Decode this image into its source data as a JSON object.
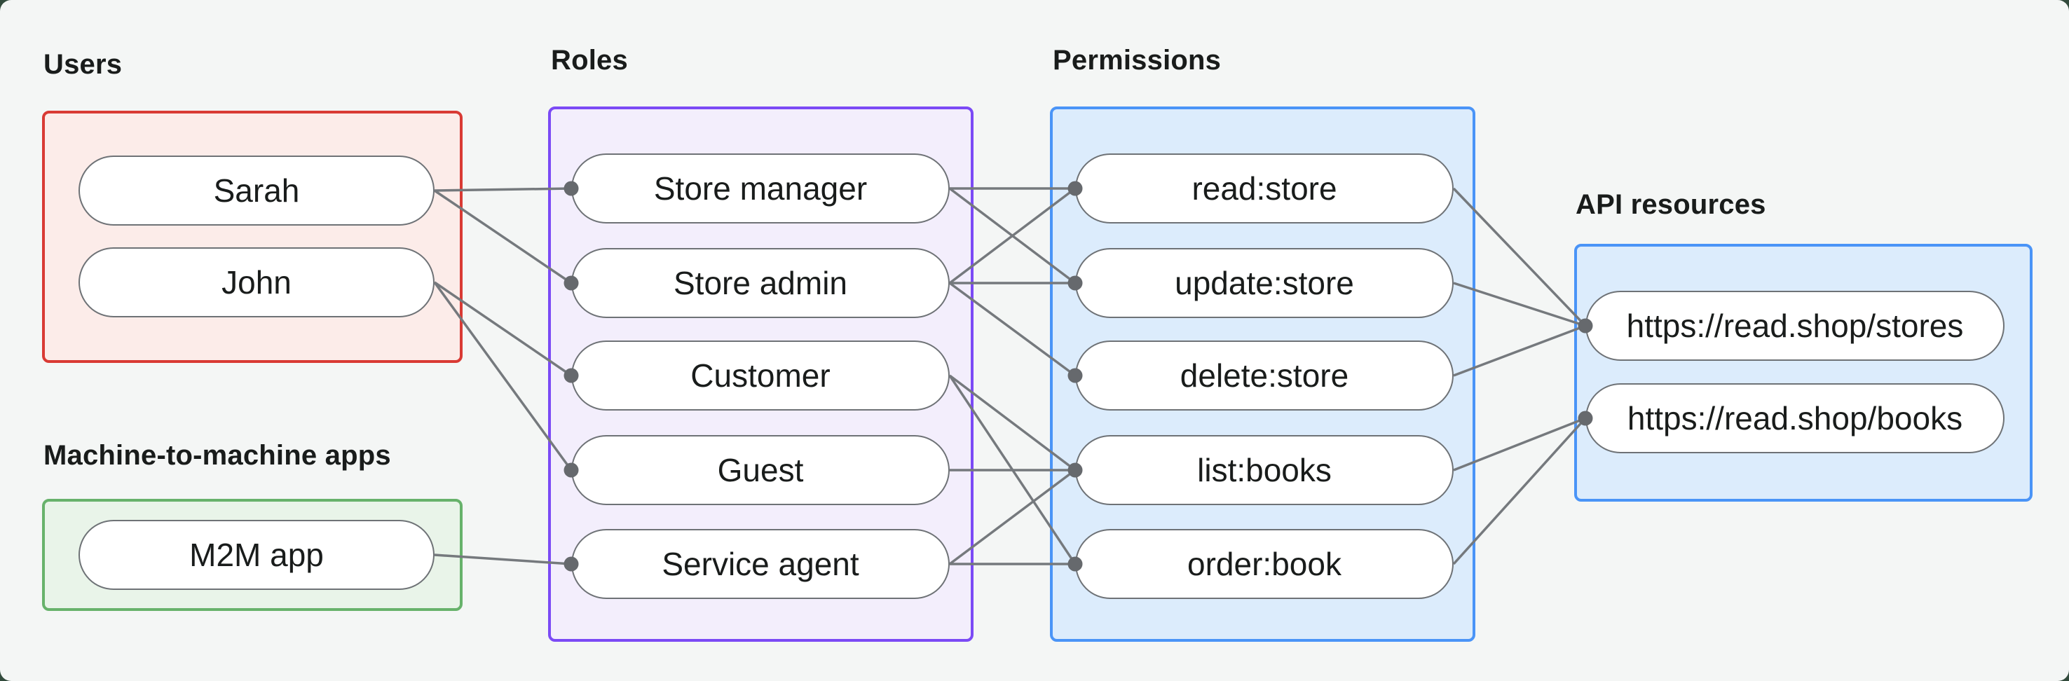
{
  "sections": {
    "users": {
      "title": "Users",
      "items": [
        {
          "id": "sarah",
          "label": "Sarah"
        },
        {
          "id": "john",
          "label": "John"
        }
      ]
    },
    "m2m": {
      "title": "Machine-to-machine apps",
      "items": [
        {
          "id": "m2m-app",
          "label": "M2M app"
        }
      ]
    },
    "roles": {
      "title": "Roles",
      "items": [
        {
          "id": "store-manager",
          "label": "Store manager"
        },
        {
          "id": "store-admin",
          "label": "Store admin"
        },
        {
          "id": "customer",
          "label": "Customer"
        },
        {
          "id": "guest",
          "label": "Guest"
        },
        {
          "id": "service-agent",
          "label": "Service agent"
        }
      ]
    },
    "permissions": {
      "title": "Permissions",
      "items": [
        {
          "id": "read-store",
          "label": "read:store"
        },
        {
          "id": "update-store",
          "label": "update:store"
        },
        {
          "id": "delete-store",
          "label": "delete:store"
        },
        {
          "id": "list-books",
          "label": "list:books"
        },
        {
          "id": "order-book",
          "label": "order:book"
        }
      ]
    },
    "api_resources": {
      "title": "API resources",
      "items": [
        {
          "id": "stores-resource",
          "label": "https://read.shop/stores"
        },
        {
          "id": "books-resource",
          "label": "https://read.shop/books"
        }
      ]
    }
  },
  "edges": [
    {
      "from": "sarah",
      "to": "store-manager"
    },
    {
      "from": "sarah",
      "to": "store-admin"
    },
    {
      "from": "john",
      "to": "customer"
    },
    {
      "from": "john",
      "to": "guest"
    },
    {
      "from": "m2m-app",
      "to": "service-agent"
    },
    {
      "from": "store-manager",
      "to": "read-store"
    },
    {
      "from": "store-manager",
      "to": "update-store"
    },
    {
      "from": "store-admin",
      "to": "read-store"
    },
    {
      "from": "store-admin",
      "to": "update-store"
    },
    {
      "from": "store-admin",
      "to": "delete-store"
    },
    {
      "from": "customer",
      "to": "list-books"
    },
    {
      "from": "customer",
      "to": "order-book"
    },
    {
      "from": "guest",
      "to": "list-books"
    },
    {
      "from": "service-agent",
      "to": "list-books"
    },
    {
      "from": "service-agent",
      "to": "order-book"
    },
    {
      "from": "read-store",
      "to": "stores-resource"
    },
    {
      "from": "update-store",
      "to": "stores-resource"
    },
    {
      "from": "delete-store",
      "to": "stores-resource"
    },
    {
      "from": "list-books",
      "to": "books-resource"
    },
    {
      "from": "order-book",
      "to": "books-resource"
    }
  ],
  "colors": {
    "canvas_background": "#f4f6f5",
    "outer_background": "#324b3c",
    "users_box_border": "#d93a34",
    "users_box_fill": "#fcece9",
    "roles_box_border": "#7b4af5",
    "roles_box_fill": "#f3eefc",
    "permissions_box_border": "#4a94f7",
    "permissions_box_fill": "#dcecfc",
    "api_box_border": "#4a94f7",
    "api_box_fill": "#dcecfc",
    "m2m_box_border": "#67b26b",
    "m2m_box_fill": "#e9f4e9",
    "node_border": "#6e7276",
    "connector_line": "#75797d",
    "connector_dot": "#66696d",
    "text": "#191c1b"
  }
}
